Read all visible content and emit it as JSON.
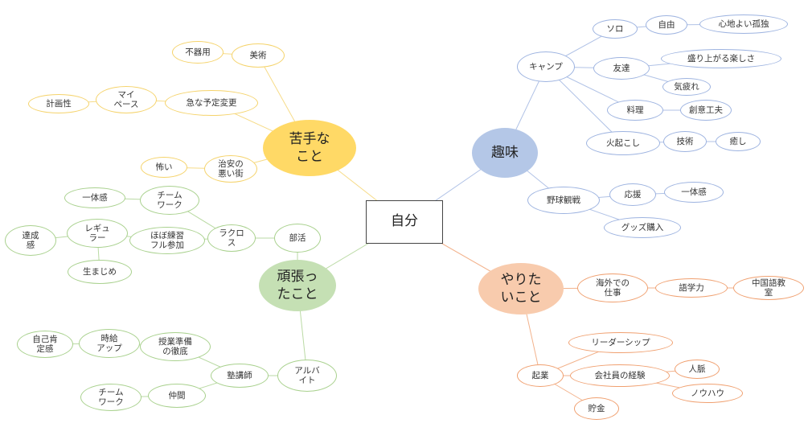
{
  "colors": {
    "hobby": "#9db3e0",
    "hobby_fill": "#b4c7e7",
    "weak": "#f5d36b",
    "weak_fill": "#ffd966",
    "effort": "#a9d18e",
    "effort_fill": "#c5e0b4",
    "want": "#f0a070",
    "want_fill": "#f8cbad",
    "center": "#444444"
  },
  "nodes": {
    "center": "自分",
    "hobby": "趣味",
    "camp": "キャンプ",
    "solo": "ソロ",
    "freedom": "自由",
    "comfy": "心地よい孤独",
    "friends": "友達",
    "exciting": "盛り上がる楽しさ",
    "tiring": "気疲れ",
    "cooking": "料理",
    "creative": "創意工夫",
    "fire": "火起こし",
    "skill": "技術",
    "healing": "癒し",
    "baseball": "野球観戦",
    "cheer": "応援",
    "unity_h": "一体感",
    "goods": "グッズ購入",
    "weak": "苦手な\nこと",
    "art": "美術",
    "clumsy": "不器用",
    "sudden": "急な予定変更",
    "mypace": "マイ\nペース",
    "planning": "計画性",
    "unsafe": "治安の\n悪い街",
    "scary": "怖い",
    "effort": "頑張っ\nたこと",
    "club": "部活",
    "lacrosse": "ラクロ\nス",
    "teamwork1": "チーム\nワーク",
    "unity_e": "一体感",
    "practice": "ほぼ練習\nフル参加",
    "regular": "レギュ\nラー",
    "achieve": "達成\n感",
    "serious": "生まじめ",
    "parttime": "アルバ\nイト",
    "tutor": "塾講師",
    "prep": "授業準備\nの徹底",
    "pay": "時給\nアップ",
    "esteem": "自己肯\n定感",
    "peers": "仲間",
    "teamwork2": "チーム\nワーク",
    "want": "やりた\nいこと",
    "abroad": "海外での\n仕事",
    "language": "語学力",
    "chinese": "中国語教\n室",
    "startup": "起業",
    "leadership": "リーダーシップ",
    "employee": "会社員の経験",
    "network": "人脈",
    "knowhow": "ノウハウ",
    "savings": "貯金"
  }
}
